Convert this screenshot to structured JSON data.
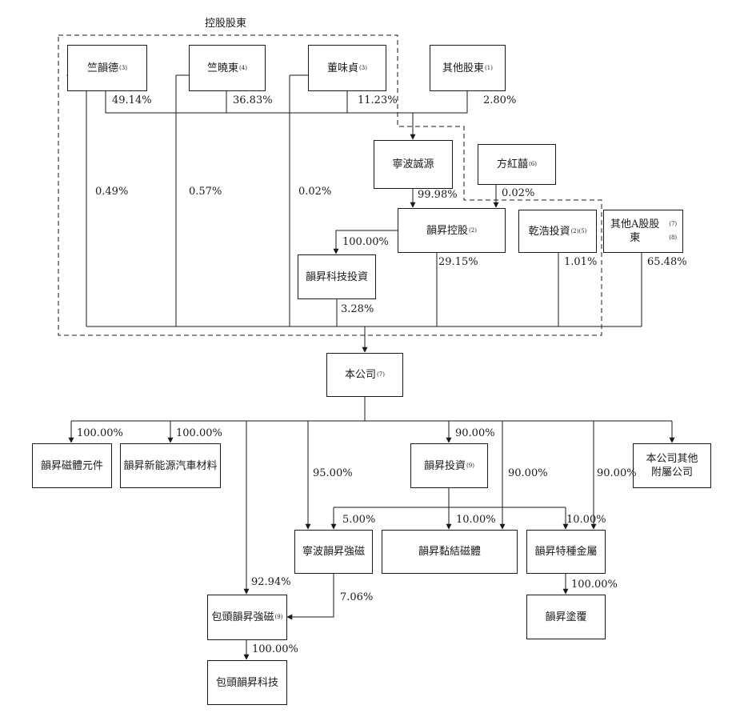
{
  "group_label": "控股股東",
  "entities": {
    "zhu_yunde": {
      "name": "竺韻德",
      "note": "(3)"
    },
    "zhu_xiaodong": {
      "name": "竺曉東",
      "note": "(4)"
    },
    "dong_weizhen": {
      "name": "董味貞",
      "note": "(3)"
    },
    "other_shareholders": {
      "name": "其他股東",
      "note": "(1)"
    },
    "ningbo_chengyuan": {
      "name": "寧波誠源",
      "note": ""
    },
    "fang_hongzhe": {
      "name": "方紅囍",
      "note": "(6)"
    },
    "yunsheng_holding": {
      "name": "韻昇控股",
      "note": "(2)"
    },
    "qianhao_invest": {
      "name": "乾浩投資",
      "note": "(2)(5)"
    },
    "other_a_shareholders": {
      "name": "其他A股股東",
      "note": "(7)(8)"
    },
    "yunsheng_tech_invest": {
      "name": "韻昇科技投資",
      "note": ""
    },
    "company": {
      "name": "本公司",
      "note": "(7)"
    },
    "yunsheng_magnetic_components": {
      "name": "韻昇磁體元件",
      "note": ""
    },
    "yunsheng_nev_materials": {
      "name": "韻昇新能源汽車材料",
      "note": ""
    },
    "yunsheng_investment": {
      "name": "韻昇投資",
      "note": "(9)"
    },
    "other_subsidiaries_line1": {
      "name": "本公司其他",
      "note": ""
    },
    "other_subsidiaries_line2": {
      "name": "附屬公司",
      "note": ""
    },
    "ningbo_yunsheng_magnet": {
      "name": "寧波韻昇強磁",
      "note": ""
    },
    "yunsheng_bonded_magnet": {
      "name": "韻昇黏結磁體",
      "note": ""
    },
    "yunsheng_special_metal": {
      "name": "韻昇特種金屬",
      "note": ""
    },
    "baotou_yunsheng_magnet": {
      "name": "包頭韻昇強磁",
      "note": "(9)"
    },
    "yunsheng_coating": {
      "name": "韻昇塗覆",
      "note": ""
    },
    "baotou_yunsheng_tech": {
      "name": "包頭韻昇科技",
      "note": ""
    }
  },
  "percentages": {
    "zhu_yunde_to_chengyuan": "49.14%",
    "zhu_xiaodong_to_chengyuan": "36.83%",
    "dong_to_chengyuan": "11.23%",
    "others_to_chengyuan": "2.80%",
    "zhu_yunde_to_company": "0.49%",
    "zhu_xiaodong_to_company": "0.57%",
    "dong_to_company": "0.02%",
    "chengyuan_to_holding": "99.98%",
    "fang_to_holding": "0.02%",
    "holding_to_tech_invest": "100.00%",
    "holding_to_company": "29.15%",
    "qianhao_to_company": "1.01%",
    "other_a_to_company": "65.48%",
    "tech_invest_to_company": "3.28%",
    "company_to_magnetic_components": "100.00%",
    "company_to_nev_materials": "100.00%",
    "company_to_investment": "90.00%",
    "company_to_ningbo_magnet": "95.00%",
    "company_to_bonded_magnet": "90.00%",
    "company_to_special_metal": "90.00%",
    "investment_to_ningbo_magnet": "5.00%",
    "investment_to_bonded_magnet": "10.00%",
    "investment_to_special_metal": "10.00%",
    "company_to_baotou_magnet": "92.94%",
    "ningbo_to_baotou_magnet": "7.06%",
    "special_metal_to_coating": "100.00%",
    "baotou_magnet_to_baotou_tech": "100.00%"
  }
}
